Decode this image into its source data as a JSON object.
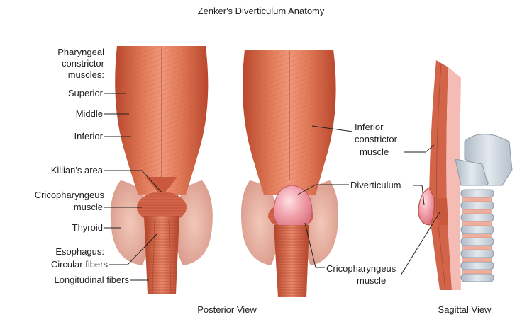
{
  "title": "Zenker's Diverticulum Anatomy",
  "labels_left": {
    "pharyngeal_line1": "Pharyngeal",
    "pharyngeal_line2": "constrictor",
    "pharyngeal_line3": "muscles:",
    "superior": "Superior",
    "middle": "Middle",
    "inferior": "Inferior",
    "killians_area": "Killian's area",
    "cricopharyngeus_line1": "Cricopharyngeus",
    "cricopharyngeus_line2": "muscle",
    "thyroid": "Thyroid",
    "esophagus": "Esophagus:",
    "circular_fibers": "Circular fibers",
    "longitudinal_fibers": "Longitudinal fibers"
  },
  "labels_right": {
    "inferior_constrictor_line1": "Inferior",
    "inferior_constrictor_line2": "constrictor",
    "inferior_constrictor_line3": "muscle",
    "diverticulum": "Diverticulum",
    "cricopharyngeus_line1": "Cricopharyngeus",
    "cricopharyngeus_line2": "muscle"
  },
  "captions": {
    "posterior": "Posterior View",
    "sagittal": "Sagittal View"
  },
  "colors": {
    "muscle": "#d9694a",
    "muscle_dark": "#b9462c",
    "muscle_light": "#ef9a7c",
    "thyroid": "#e8b4a4",
    "diverticulum": "#f2a2ad",
    "cartilage": "#c9d3dc",
    "mucosa": "#f4b4ad"
  }
}
